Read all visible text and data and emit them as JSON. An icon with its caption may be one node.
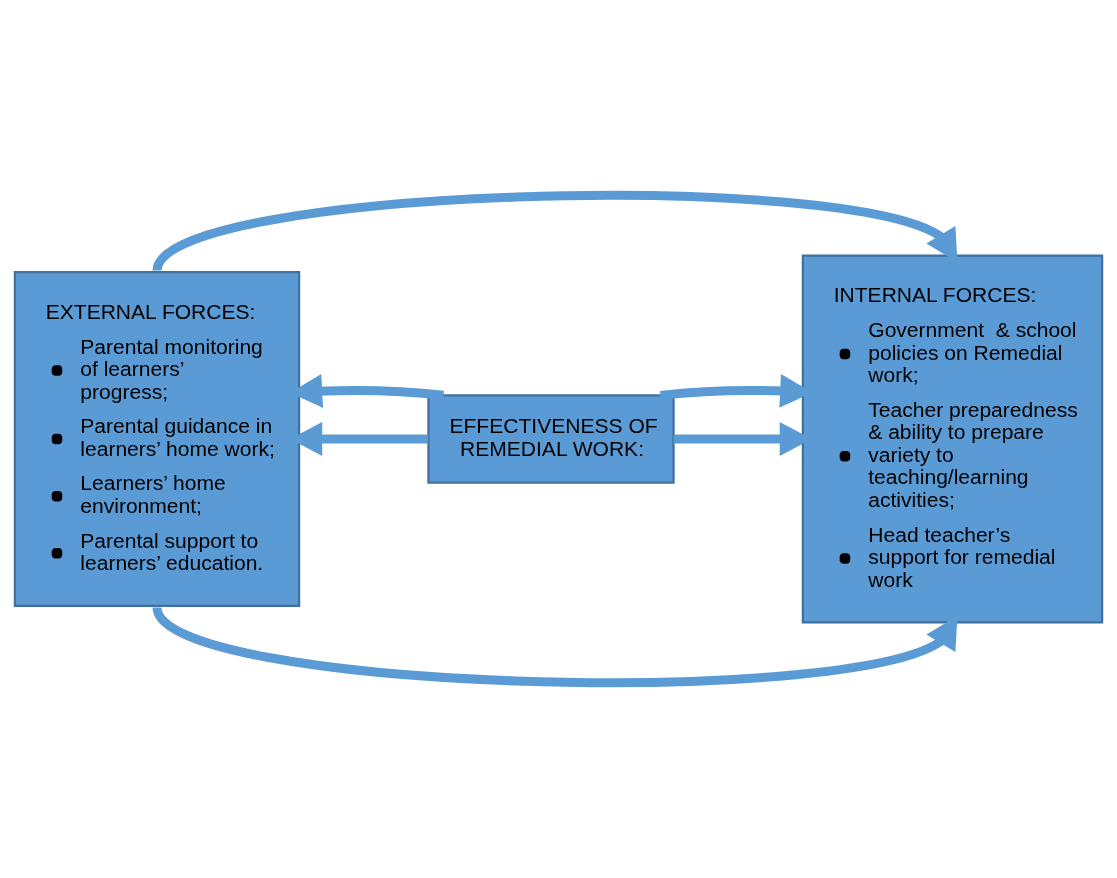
{
  "diagram": {
    "nodes": [
      {
        "text": [
          "EXTERNAL FORCES:",
          "Parental monitoring of learners’ progress;",
          "Parental guidance in learners’ home work;",
          "Learners’ home environment;",
          "Parental support to learners’ education."
        ]
      },
      {
        "text": [
          "EFFECTIVENESS OF REMEDIAL WORK:"
        ]
      },
      {
        "text": [
          "INTERNAL FORCES:",
          "Government  & school policies on Remedial work;",
          "Teacher preparedness & ability to prepare variety to teaching/learning activities;",
          "Head teacher’s support for remedial work"
        ]
      }
    ],
    "edges": [
      {
        "from": 0,
        "to": 2,
        "arrow": "to"
      },
      {
        "from": 1,
        "to": 0,
        "arrow": "to"
      },
      {
        "from": 1,
        "to": 2,
        "arrow": "to"
      },
      {
        "from": 1,
        "to": 0,
        "arrow": "to"
      },
      {
        "from": 1,
        "to": 2,
        "arrow": "to"
      },
      {
        "from": 0,
        "to": 2,
        "arrow": "to"
      }
    ]
  }
}
